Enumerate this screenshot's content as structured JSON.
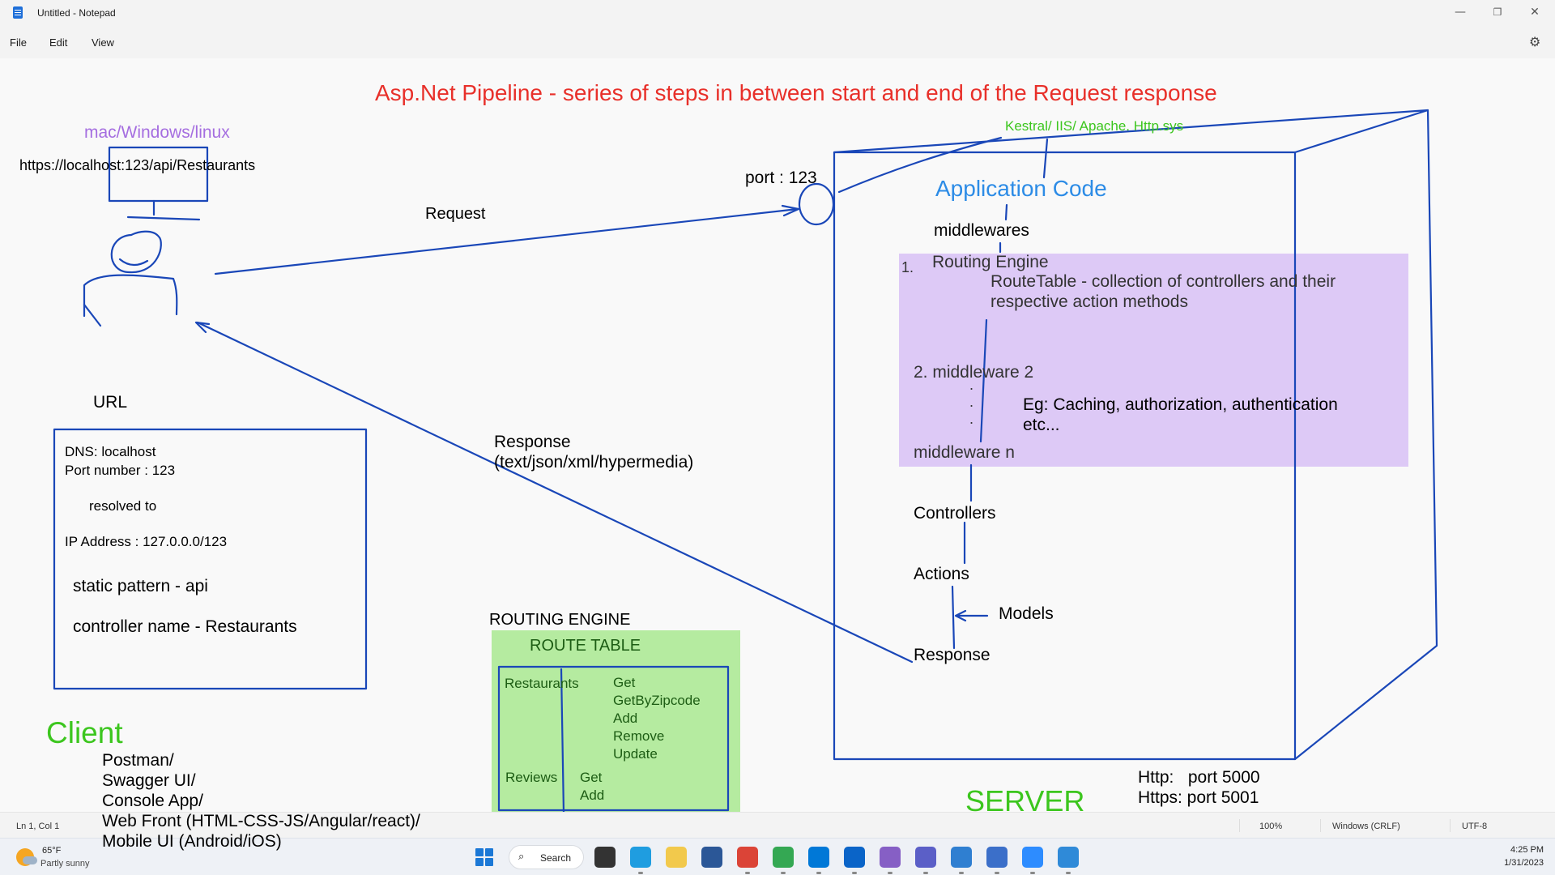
{
  "window": {
    "title": "Untitled - Notepad",
    "minimize_glyph": "—",
    "maximize_glyph": "❐",
    "close_glyph": "✕"
  },
  "menu": {
    "file": "File",
    "edit": "Edit",
    "view": "View",
    "settings_icon": "gear-icon",
    "settings_glyph": "⚙"
  },
  "colors": {
    "ink_blue": "#1a47b8",
    "title_red": "#e8302a",
    "client_green": "#3cc61e",
    "os_purple": "#a56ee0",
    "app_code_blue": "#2d8ce6",
    "purple_box": "#ddc9f6",
    "green_box": "#b5eba0"
  },
  "drawing": {
    "title": "Asp.Net Pipeline - series of steps in between start and end of the Request response",
    "os": "mac/Windows/linux",
    "url": "https://localhost:123/api/Restaurants",
    "request": "Request",
    "port": "port : 123",
    "url_label": "URL",
    "url_box": {
      "dns": "DNS: localhost",
      "port_number": "Port number : 123",
      "resolved": "resolved to",
      "ip": "IP Address : 127.0.0.0/123",
      "static_pattern": "static pattern - api",
      "controller": "controller name - Restaurants"
    },
    "response": {
      "line1": "Response",
      "line2": "(text/json/xml/hypermedia)"
    },
    "client": {
      "title": "Client",
      "items": [
        "Postman/",
        "Swagger UI/",
        "Console App/",
        "Web Front (HTML-CSS-JS/Angular/react)/",
        "Mobile UI (Android/iOS)"
      ]
    },
    "routing_engine": {
      "label": "ROUTING ENGINE",
      "table_title": "ROUTE TABLE",
      "restaurants": "Restaurants",
      "restaurant_actions": [
        "Get",
        "GetByZipcode",
        "Add",
        "Remove",
        "Update"
      ],
      "reviews": "Reviews",
      "review_actions": [
        "Get",
        "Add"
      ]
    },
    "server": {
      "host": "Kestral/ IIS/ Apache. Http.sys",
      "app_code": "Application Code",
      "middlewares": "middlewares",
      "item1_num": "1.",
      "item1": "Routing Engine",
      "routetable_line1": "RouteTable - collection of controllers and their",
      "routetable_line2": "respective action methods",
      "item2": "2. middleware 2",
      "dots": [
        ".",
        ".",
        "."
      ],
      "eg_line1": "Eg: Caching, authorization, authentication",
      "eg_line2": "etc...",
      "middleware_n": "middleware n",
      "controllers": "Controllers",
      "actions": "Actions",
      "models": "Models",
      "response": "Response",
      "http": "Http:   port 5000",
      "https": "Https: port 5001",
      "label": "SERVER"
    }
  },
  "status": {
    "position": "Ln 1, Col 1",
    "zoom": "100%",
    "eol": "Windows (CRLF)",
    "encoding": "UTF-8"
  },
  "taskbar": {
    "weather_temp": "65°F",
    "weather_desc": "Partly sunny",
    "search": "Search",
    "search_glyph": "⌕",
    "time": "4:25 PM",
    "date": "1/31/2023",
    "apps": [
      {
        "name": "task-view-icon",
        "color": "#333333"
      },
      {
        "name": "edge-icon",
        "color": "#1f9de0"
      },
      {
        "name": "file-explorer-icon",
        "color": "#f2c94c"
      },
      {
        "name": "store-icon",
        "color": "#2b5797"
      },
      {
        "name": "chrome-icon",
        "color": "#db4437"
      },
      {
        "name": "chrome-profile-icon",
        "color": "#34a853"
      },
      {
        "name": "vscode-icon",
        "color": "#0078d7"
      },
      {
        "name": "outlook-icon",
        "color": "#0a64c8"
      },
      {
        "name": "visual-studio-icon",
        "color": "#865fc5"
      },
      {
        "name": "teams-icon",
        "color": "#5b5fc7"
      },
      {
        "name": "remote-desktop-icon",
        "color": "#2f7fd1"
      },
      {
        "name": "notepad-icon",
        "color": "#3b6fc9"
      },
      {
        "name": "zoom-icon",
        "color": "#2d8cff"
      },
      {
        "name": "photos-icon",
        "color": "#2f8ad8"
      }
    ]
  }
}
